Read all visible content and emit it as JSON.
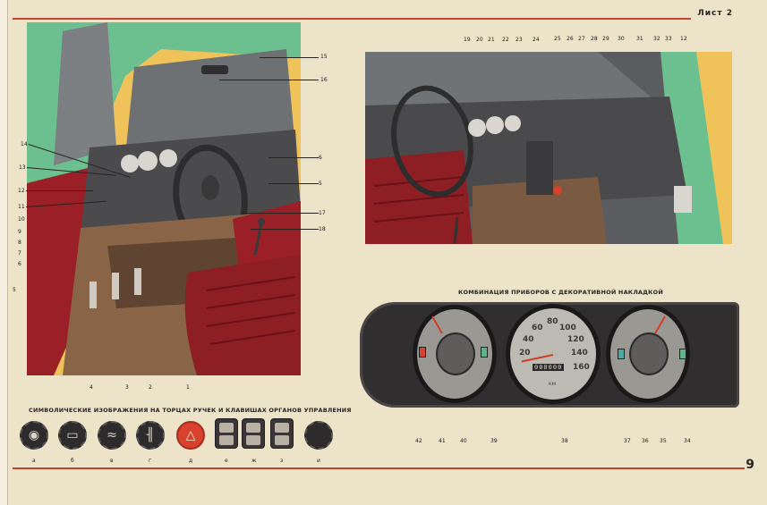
{
  "header": {
    "sheet_label": "Лист 2"
  },
  "page_number": "9",
  "left_figure": {
    "callouts": [
      {
        "label": "15"
      },
      {
        "label": "16"
      },
      {
        "label": "14"
      },
      {
        "label": "13"
      },
      {
        "label": "12"
      },
      {
        "label": "11"
      },
      {
        "label": "10"
      },
      {
        "label": "9"
      },
      {
        "label": "8"
      },
      {
        "label": "7"
      },
      {
        "label": "6"
      },
      {
        "label": "5"
      },
      {
        "label": "4"
      },
      {
        "label": "3"
      },
      {
        "label": "2"
      },
      {
        "label": "1"
      },
      {
        "label": "17"
      },
      {
        "label": "18"
      },
      {
        "label": "6"
      },
      {
        "label": "5"
      }
    ]
  },
  "right_figure": {
    "callouts": [
      {
        "label": "19"
      },
      {
        "label": "20"
      },
      {
        "label": "21"
      },
      {
        "label": "22"
      },
      {
        "label": "23"
      },
      {
        "label": "24"
      },
      {
        "label": "25"
      },
      {
        "label": "26"
      },
      {
        "label": "27"
      },
      {
        "label": "28"
      },
      {
        "label": "29"
      },
      {
        "label": "30"
      },
      {
        "label": "31"
      },
      {
        "label": "32"
      },
      {
        "label": "33"
      },
      {
        "label": "12"
      }
    ]
  },
  "cluster": {
    "title": "КОМБИНАЦИЯ ПРИБОРОВ С ДЕКОРАТИВНОЙ НАКЛАДКОЙ",
    "speedometer_scale": [
      "20",
      "40",
      "60",
      "80",
      "100",
      "120",
      "140",
      "160"
    ],
    "odometer": "000000",
    "speed_unit": "км",
    "callouts": [
      "42",
      "41",
      "40",
      "39",
      "38",
      "37",
      "36",
      "35",
      "34"
    ]
  },
  "symbols": {
    "title": "СИМВОЛИЧЕСКИЕ ИЗОБРАЖЕНИЯ НА ТОРЦАХ РУЧЕК И КЛАВИШАХ ОРГАНОВ УПРАВЛЕНИЯ",
    "labels": [
      "а",
      "б",
      "в",
      "г",
      "д",
      "е",
      "ж",
      "з",
      "и"
    ]
  },
  "colors": {
    "accent_rule": "#c9412a",
    "upholstery": "#8c1e24",
    "body_paint": "#6cc08f",
    "dashboard": "#4a4a4d",
    "warning_red": "#d7412d"
  }
}
